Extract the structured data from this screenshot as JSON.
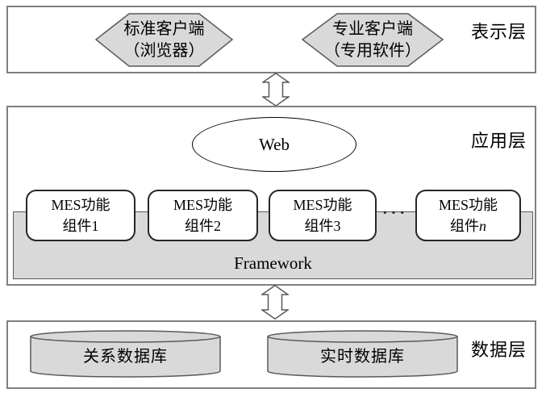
{
  "layers": {
    "presentation": {
      "label": "表示层"
    },
    "application": {
      "label": "应用层"
    },
    "data": {
      "label": "数据层"
    }
  },
  "presentation": {
    "standard_client": {
      "line1": "标准客户端",
      "line2": "（浏览器）"
    },
    "professional_client": {
      "line1": "专业客户端",
      "line2": "（专用软件）"
    }
  },
  "application": {
    "web": "Web",
    "framework": "Framework",
    "ellipsis": "···",
    "components": [
      {
        "line1": "MES功能",
        "line2": "组件",
        "index": "1"
      },
      {
        "line1": "MES功能",
        "line2": "组件",
        "index": "2"
      },
      {
        "line1": "MES功能",
        "line2": "组件",
        "index": "3"
      },
      {
        "line1": "MES功能",
        "line2": "组件",
        "index": "n"
      }
    ]
  },
  "data_layer": {
    "relational_db": "关系数据库",
    "realtime_db": "实时数据库"
  },
  "colors": {
    "shape_fill": "#d9d9d9",
    "shape_border": "#595959",
    "layer_border": "#7f7f7f",
    "component_border": "#262626",
    "text": "#000000"
  }
}
